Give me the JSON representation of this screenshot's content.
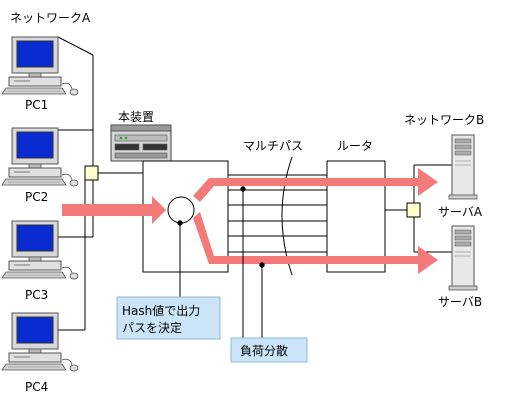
{
  "labels": {
    "network_a": "ネットワークA",
    "network_b": "ネットワークB",
    "device": "本装置",
    "multipath": "マルチパス",
    "router": "ルータ",
    "hash_line1": "Hash値で出力",
    "hash_line2": "パスを決定",
    "load_balance": "負荷分散"
  },
  "pcs": [
    {
      "label": "PC1"
    },
    {
      "label": "PC2"
    },
    {
      "label": "PC3"
    },
    {
      "label": "PC4"
    }
  ],
  "servers": [
    {
      "label": "サーバA"
    },
    {
      "label": "サーバB"
    }
  ],
  "colors": {
    "arrow": "#f47a7a",
    "hub": "#ffffcc",
    "callout": "#cce4f7",
    "callout_border": "#8fb8dc",
    "monitor_screen": "#0a2bd1"
  },
  "icons": {
    "pc": "desktop-computer-icon",
    "server": "tower-server-icon",
    "device": "rack-appliance-icon",
    "hub": "hub-icon"
  }
}
